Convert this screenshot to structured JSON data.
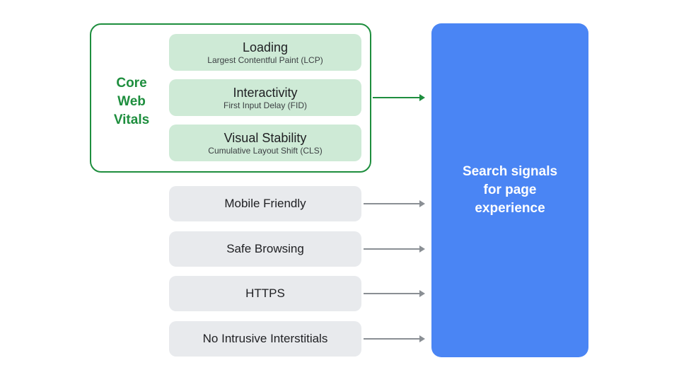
{
  "colors": {
    "green_accent": "#1e8e3e",
    "green_pill_bg": "#ceead6",
    "gray_pill_bg": "#e8eaed",
    "blue_box_bg": "#4a85f4",
    "arrow_gray": "#8a8f94",
    "title_text": "#202124",
    "subtitle_text": "#3c4043"
  },
  "core_web_vitals": {
    "label": "Core\nWeb\nVitals",
    "items": [
      {
        "title": "Loading",
        "subtitle": "Largest Contentful Paint (LCP)"
      },
      {
        "title": "Interactivity",
        "subtitle": "First Input Delay (FID)"
      },
      {
        "title": "Visual Stability",
        "subtitle": "Cumulative Layout Shift (CLS)"
      }
    ]
  },
  "signals": [
    {
      "label": "Mobile Friendly"
    },
    {
      "label": "Safe Browsing"
    },
    {
      "label": "HTTPS"
    },
    {
      "label": "No Intrusive Interstitials"
    }
  ],
  "result": {
    "label": "Search signals\nfor page\nexperience"
  }
}
